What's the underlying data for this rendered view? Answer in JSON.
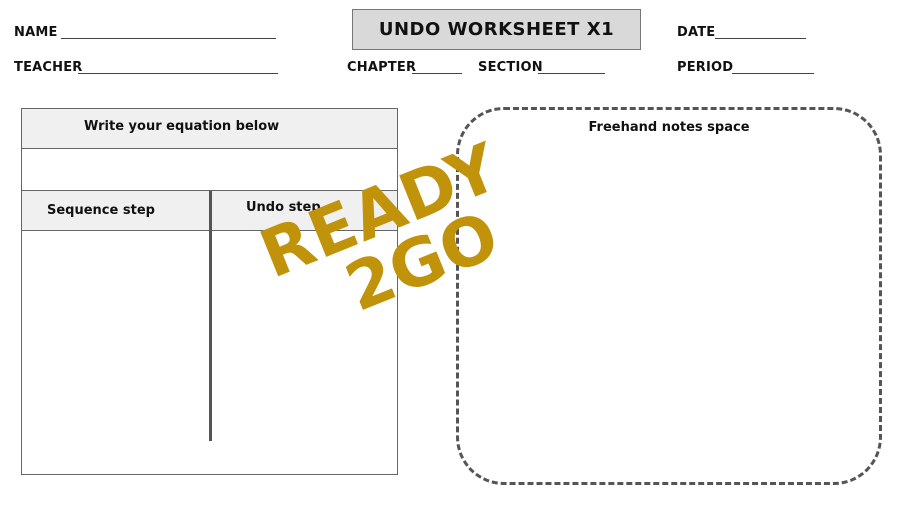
{
  "header": {
    "title": "UNDO WORKSHEET X1",
    "name_label": "NAME",
    "teacher_label": "TEACHER",
    "chapter_label": "CHAPTER",
    "section_label": "SECTION",
    "date_label": "DATE",
    "period_label": "PERIOD"
  },
  "table": {
    "equation_header": "Write your equation below",
    "sequence_header": "Sequence step",
    "undo_header": "Undo step"
  },
  "notes": {
    "label": "Freehand notes space"
  },
  "watermark": {
    "line1": "READY",
    "line2": "2GO",
    "color": "#c1930b"
  }
}
